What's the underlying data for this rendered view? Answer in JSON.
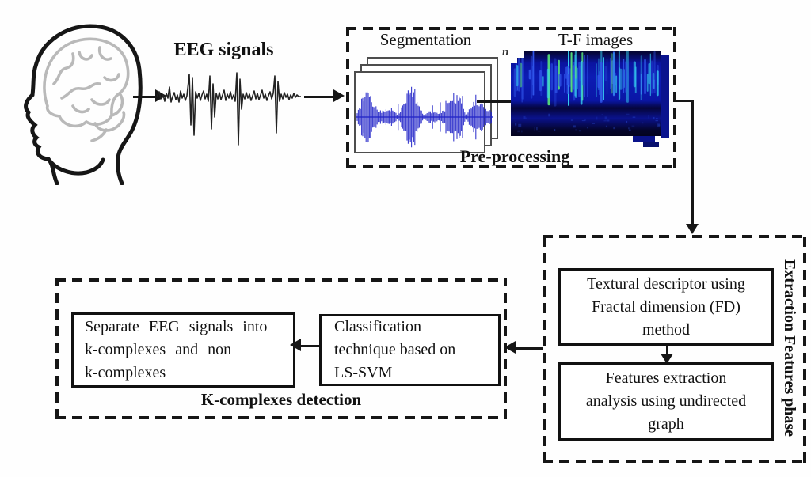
{
  "labels": {
    "eeg_signals": "EEG signals",
    "segmentation": "Segmentation",
    "tf_images": "T-F images",
    "n_axis": "n",
    "preprocessing_title": "Pre-processing",
    "extraction_phase": "Extraction Features phase",
    "textural_box": "Textural descriptor using\nFractal dimension (FD)\nmethod",
    "features_box": "Features extraction\nanalysis using undirected\ngraph",
    "separate_box": "Separate EEG signals into\nk-complexes and non\nk-complexes",
    "classification_box": "Classification\ntechnique based on\nLS-SVM",
    "kcomplexes_detection_title": "K-complexes detection"
  },
  "colors": {
    "line": "#161616",
    "box_border": "#111111",
    "signal_blue": "#2326c8",
    "spectro_base": "#0a16a6",
    "spectro_dark": "#04042e",
    "streak_cyan": "#38d6f4",
    "streak_green": "#5ae878",
    "streak_blue": "#2f55ea",
    "brain_gray": "#b9b9b9"
  }
}
